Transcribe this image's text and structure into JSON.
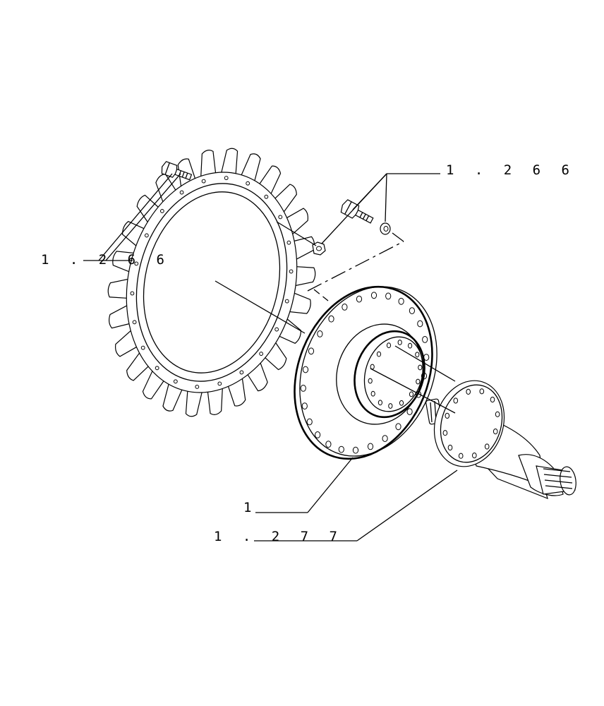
{
  "callouts": {
    "sprocket_bolt": {
      "label": "1 . 2 6 6"
    },
    "hub_bolt_set": {
      "label": "1 . 2 6 6"
    },
    "hub": {
      "label": "1"
    },
    "shaft": {
      "label": "1 . 2 7 7"
    }
  },
  "colors": {
    "ink": "#000000",
    "paper": "#ffffff"
  },
  "icons": [
    "bolt-icon",
    "nut-icon",
    "washer-icon"
  ]
}
